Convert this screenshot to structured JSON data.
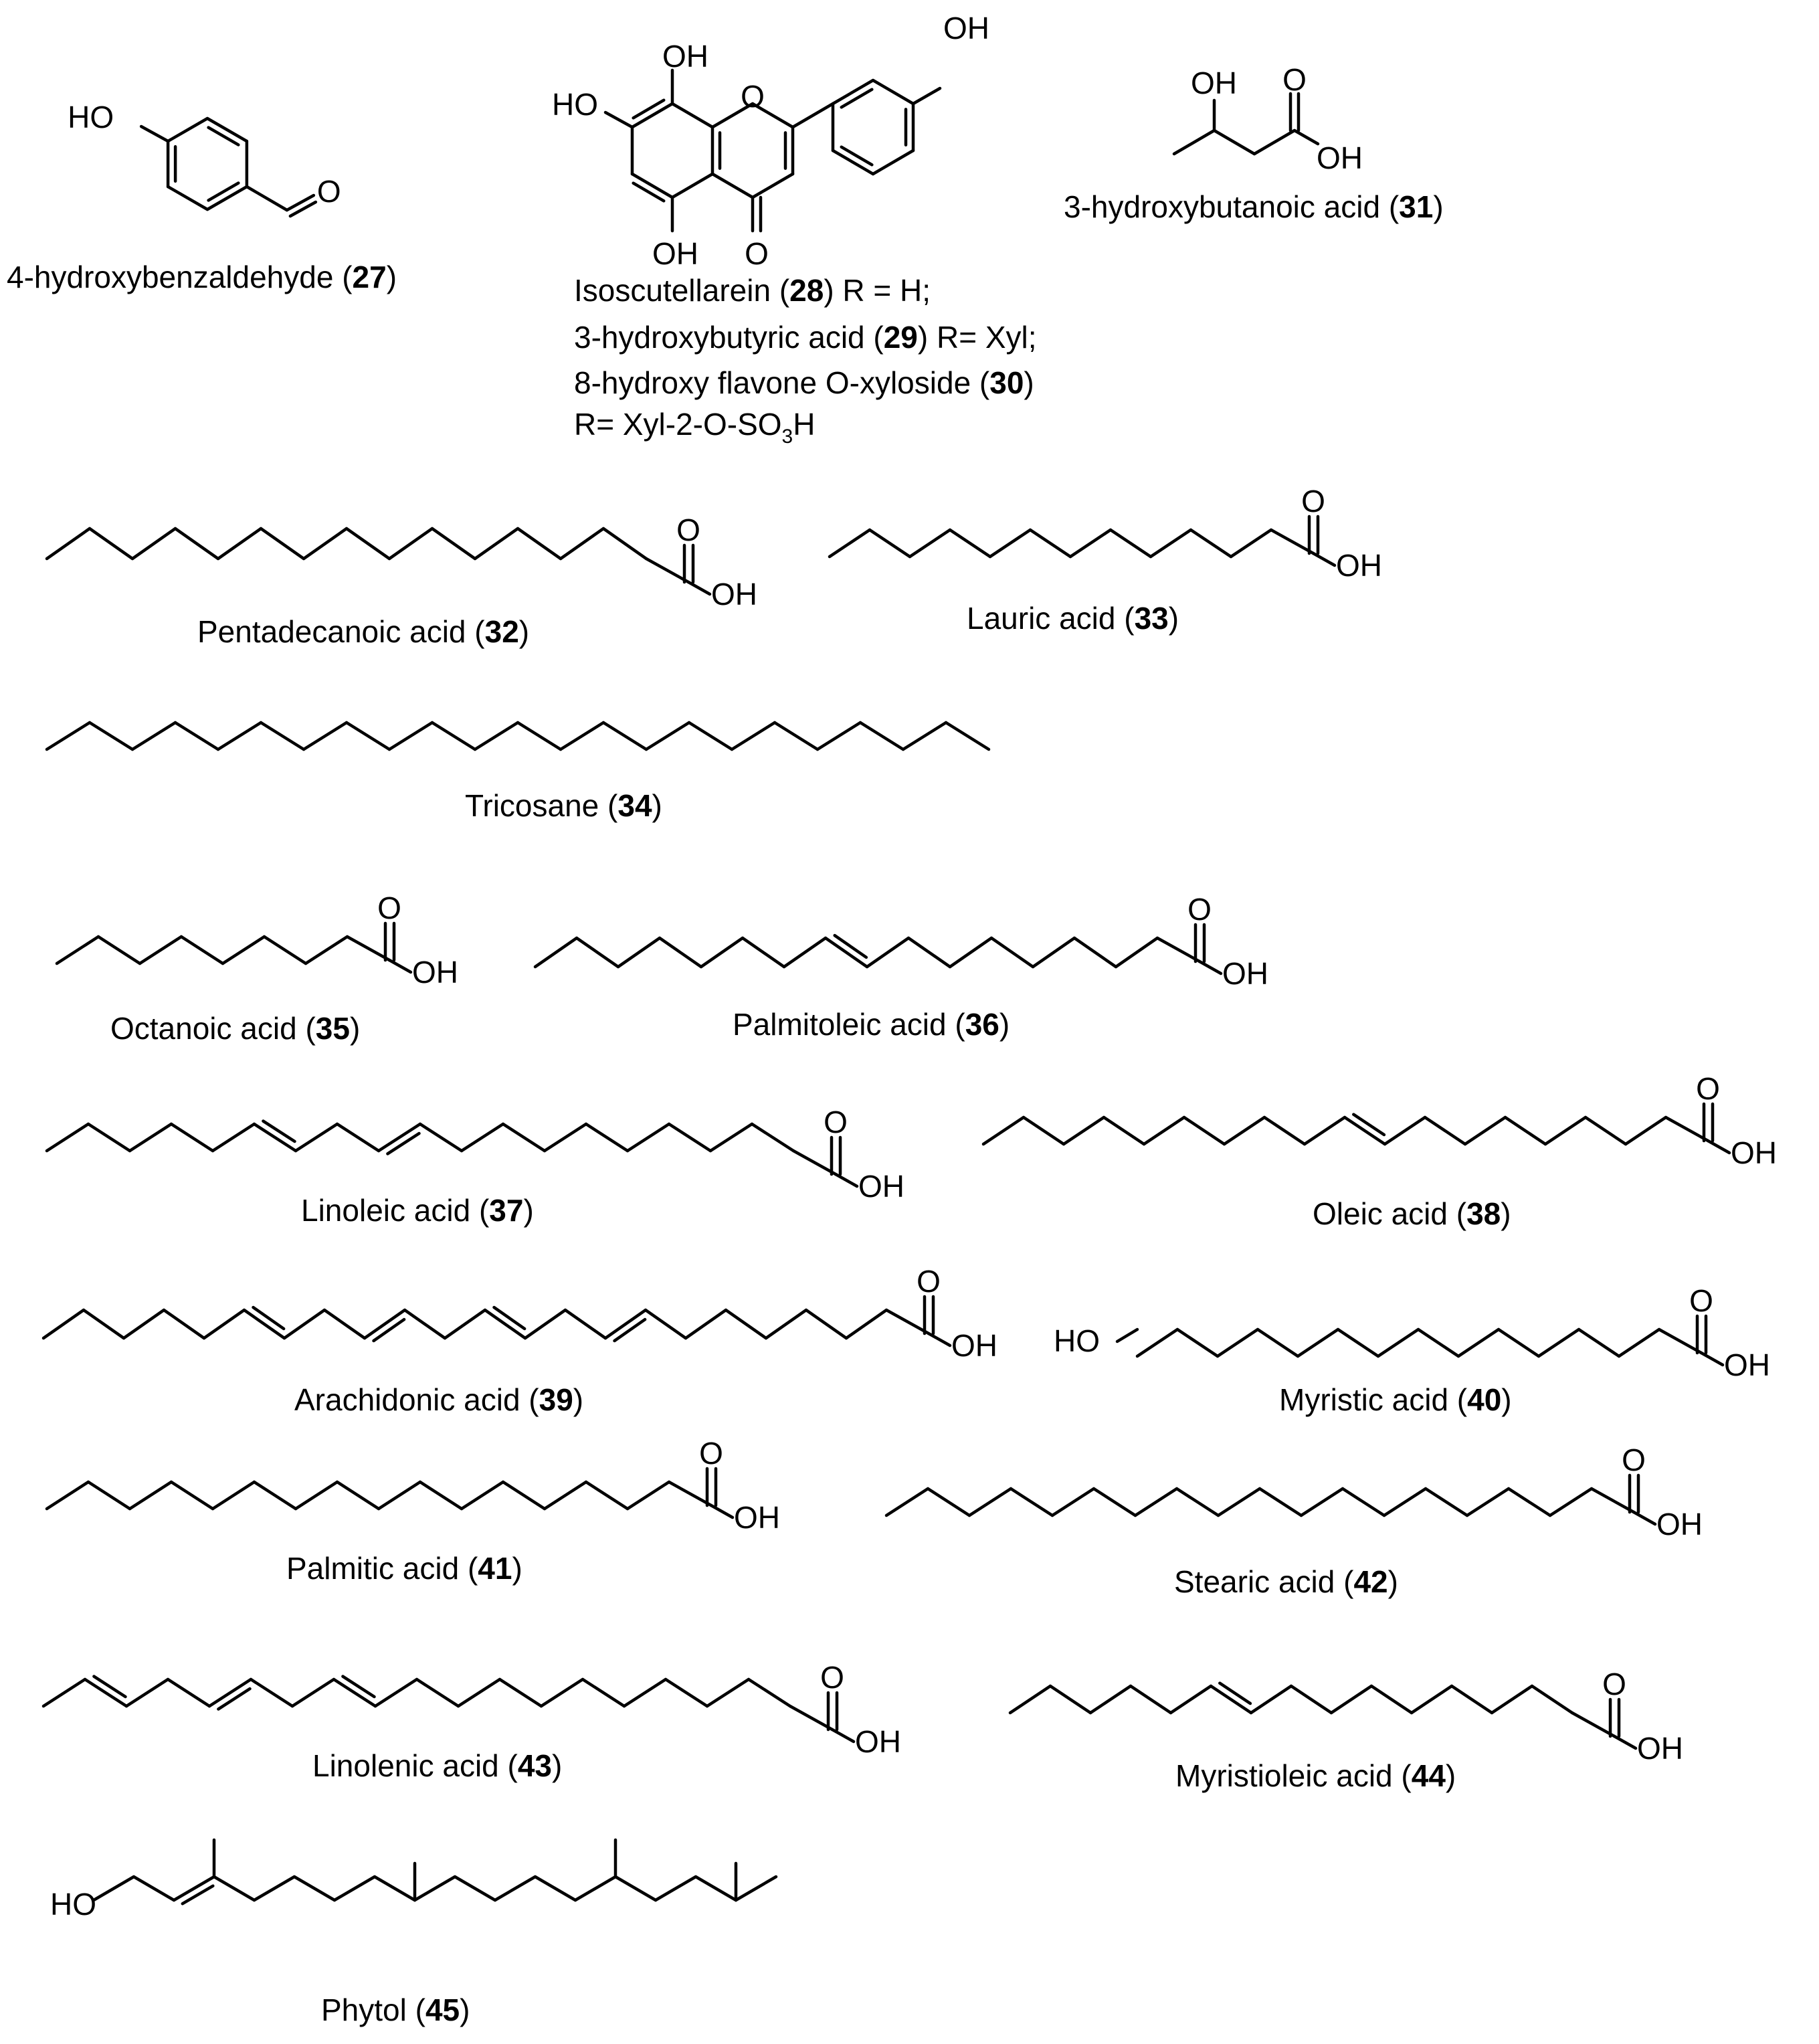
{
  "atoms": {
    "HO": "HO",
    "OH": "OH",
    "O": "O"
  },
  "compounds": [
    {
      "key": "c27",
      "prefix": "4-hydroxybenzaldehyde (",
      "number": "27",
      "suffix": ")"
    },
    {
      "key": "c28",
      "prefix": "Isoscutellarein (",
      "number": "28",
      "suffix": ") R = H;"
    },
    {
      "key": "c29",
      "prefix": "3-hydroxybutyric acid (",
      "number": "29",
      "suffix": ") R= Xyl;"
    },
    {
      "key": "c30",
      "prefix": "8-hydroxy flavone O-xyloside (",
      "number": "30",
      "suffix": ")"
    },
    {
      "key": "c31",
      "prefix": "3-hydroxybutanoic acid (",
      "number": "31",
      "suffix": ")"
    },
    {
      "key": "c32",
      "prefix": "Pentadecanoic acid (",
      "number": "32",
      "suffix": ")"
    },
    {
      "key": "c33",
      "prefix": "Lauric acid (",
      "number": "33",
      "suffix": ")"
    },
    {
      "key": "c34",
      "prefix": "Tricosane (",
      "number": "34",
      "suffix": ")"
    },
    {
      "key": "c35",
      "prefix": "Octanoic acid (",
      "number": "35",
      "suffix": ")"
    },
    {
      "key": "c36",
      "prefix": "Palmitoleic acid (",
      "number": "36",
      "suffix": ")"
    },
    {
      "key": "c37",
      "prefix": "Linoleic acid (",
      "number": "37",
      "suffix": ")"
    },
    {
      "key": "c38",
      "prefix": "Oleic acid (",
      "number": "38",
      "suffix": ")"
    },
    {
      "key": "c39",
      "prefix": "Arachidonic acid (",
      "number": "39",
      "suffix": ")"
    },
    {
      "key": "c40",
      "prefix": "Myristic acid (",
      "number": "40",
      "suffix": ")"
    },
    {
      "key": "c41",
      "prefix": "Palmitic acid (",
      "number": "41",
      "suffix": ")"
    },
    {
      "key": "c42",
      "prefix": "Stearic acid (",
      "number": "42",
      "suffix": ")"
    },
    {
      "key": "c43",
      "prefix": "Linolenic acid (",
      "number": "43",
      "suffix": ")"
    },
    {
      "key": "c44",
      "prefix": "Myristioleic acid (",
      "number": "44",
      "suffix": ")"
    },
    {
      "key": "c45",
      "prefix": "Phytol (",
      "number": "45",
      "suffix": ")"
    }
  ],
  "r_line": {
    "prefix": "R= Xyl-2-O-SO",
    "subscript": "3",
    "suffix": "H"
  }
}
